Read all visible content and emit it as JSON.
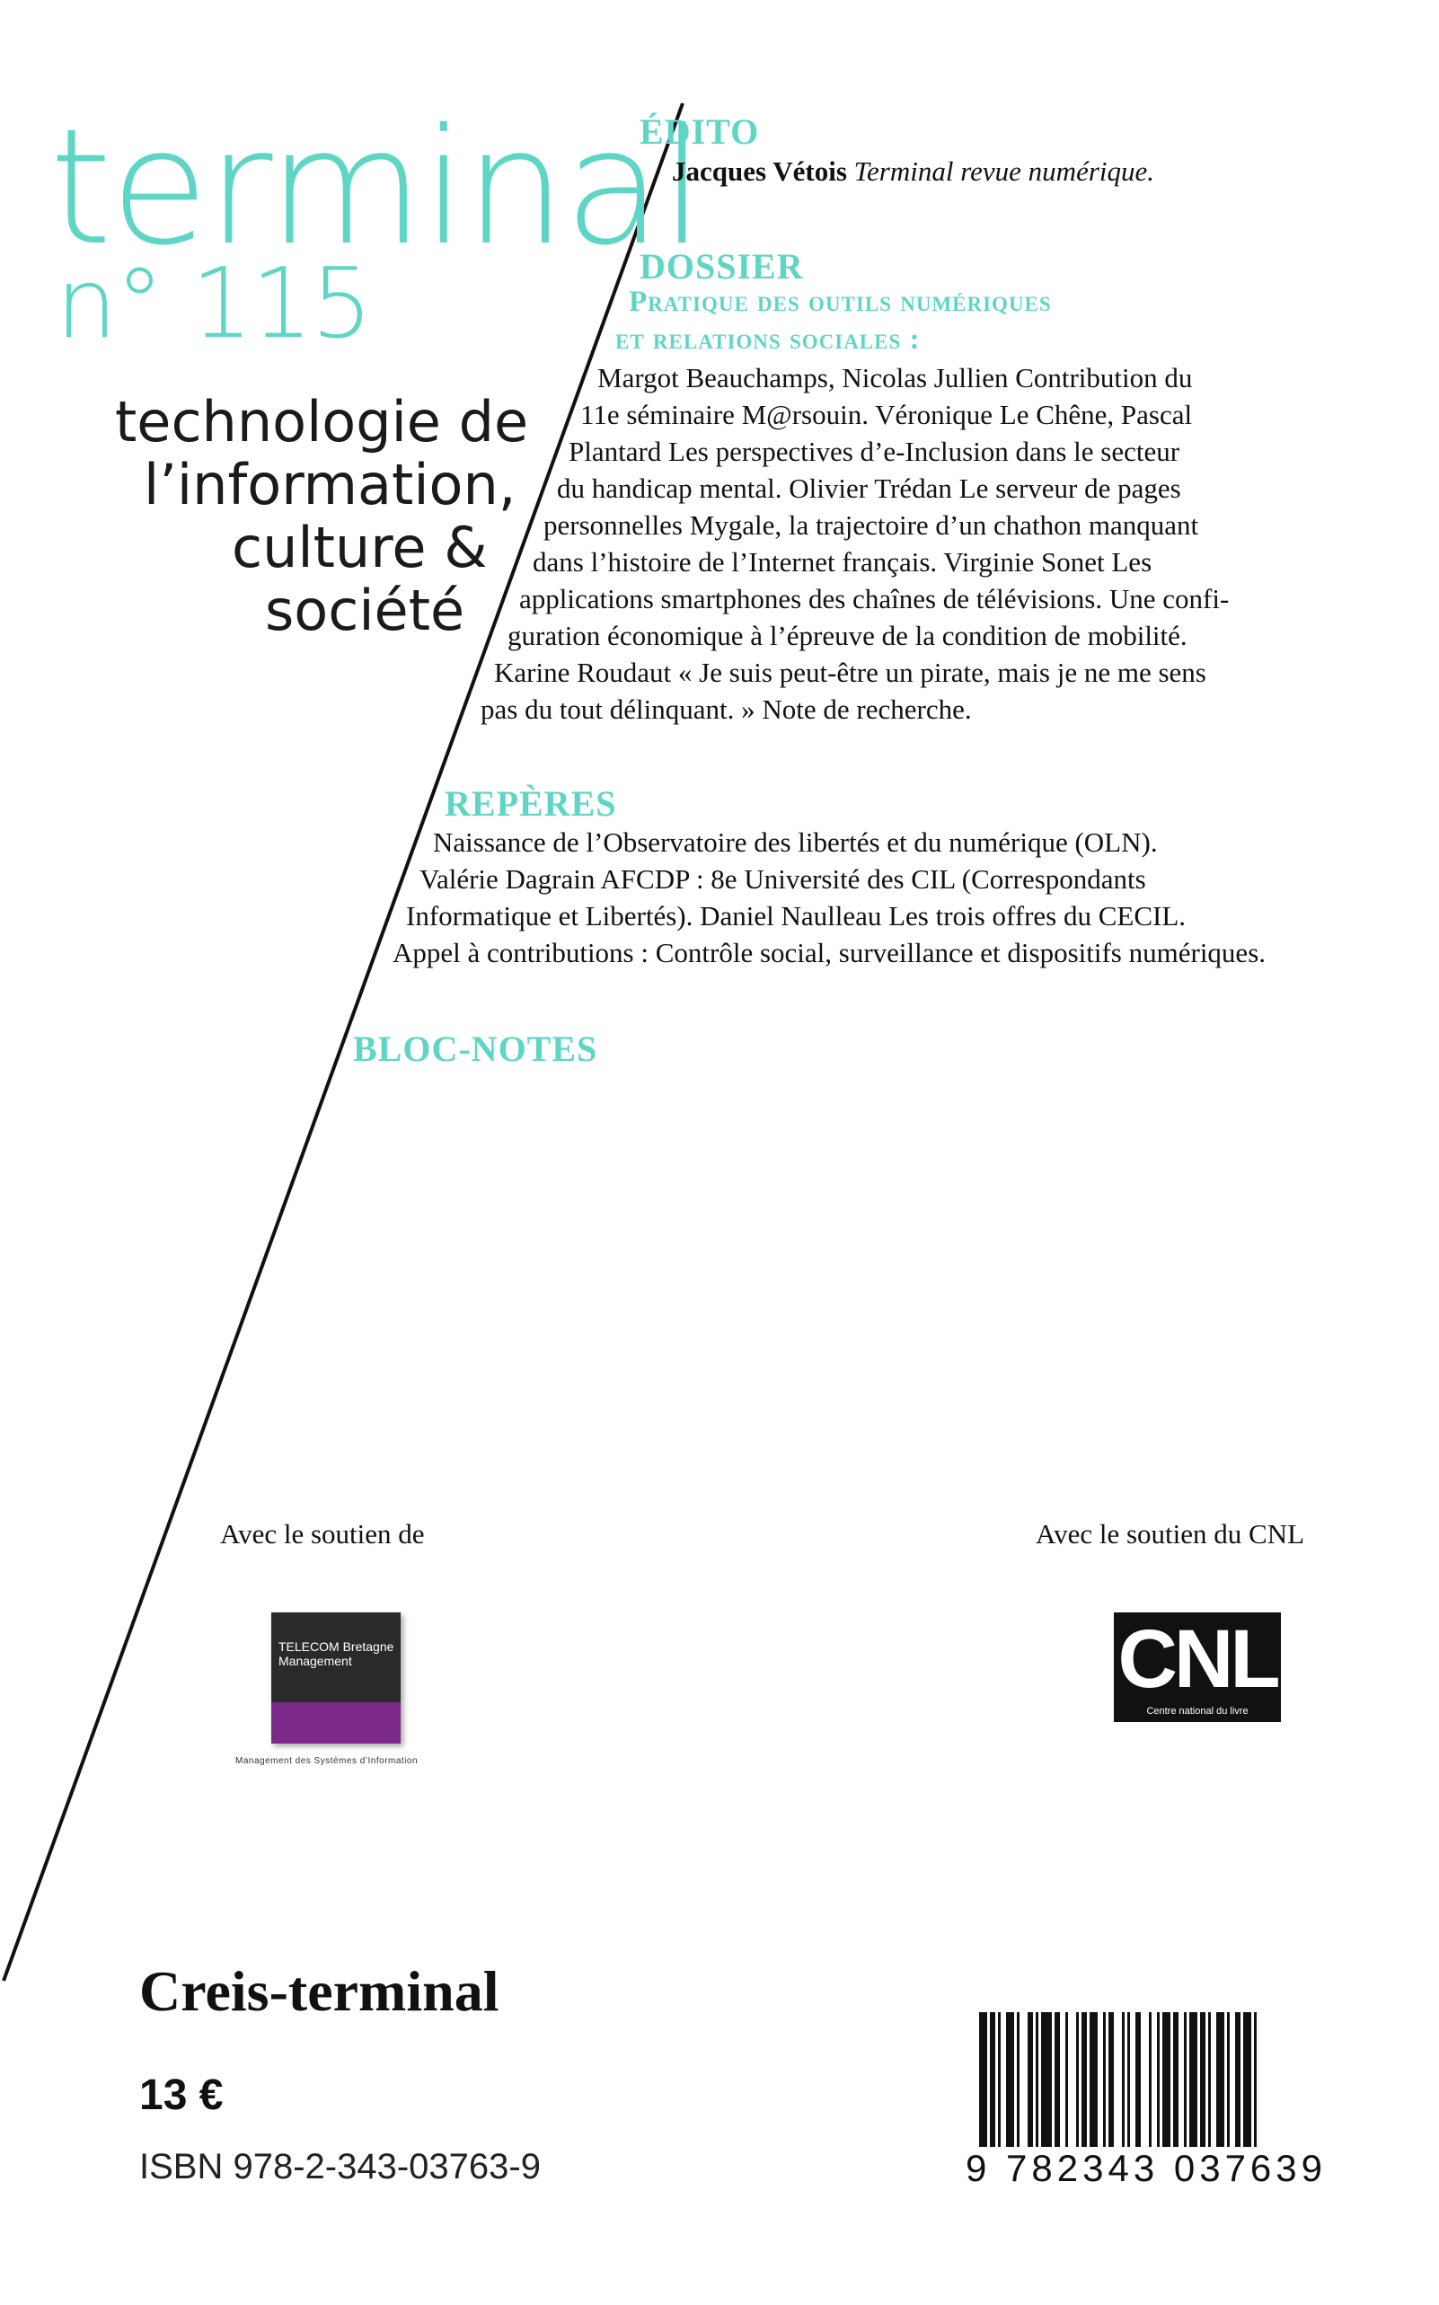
{
  "masthead": {
    "title": "terminal",
    "issue": "n° 115",
    "tagline": [
      "technologie de",
      "l’information,",
      "culture &",
      "société"
    ]
  },
  "sections": {
    "edito": {
      "heading": "ÉDITO",
      "lines": [
        {
          "bold": "Jacques Vétois",
          "italic": " Terminal revue numérique."
        }
      ]
    },
    "dossier": {
      "heading": "DOSSIER",
      "sub1": "Pratique des outils numériques",
      "sub2": "et relations sociales :",
      "lines": [
        "Margot Beauchamps, Nicolas Jullien Contribution du",
        "11e séminaire M@rsouin. Véronique Le Chêne, Pascal",
        "Plantard Les perspectives d’e-Inclusion dans le secteur",
        "du handicap mental. Olivier Trédan Le serveur de pages",
        "personnelles Mygale, la trajectoire d’un chathon manquant",
        "dans l’histoire de l’Internet français. Virginie Sonet Les",
        "applications smartphones des chaînes de télévisions. Une confi-",
        "guration économique à l’épreuve de la condition de mobilité.",
        "Karine Roudaut « Je suis peut-être un pirate, mais je ne me sens",
        "pas du tout délinquant. » Note de recherche."
      ]
    },
    "reperes": {
      "heading": "REPÈRES",
      "lines": [
        "Naissance de l’Observatoire des libertés et du numérique (OLN).",
        "Valérie Dagrain AFCDP : 8e Université des CIL (Correspondants",
        "Informatique et Libertés). Daniel Naulleau Les trois offres du CECIL.",
        "Appel à contributions : Contrôle social, surveillance et dispositifs numériques."
      ]
    },
    "blocnotes": {
      "heading": "BLOC-NOTES"
    }
  },
  "support": {
    "left_label": "Avec le soutien de",
    "right_label": "Avec le soutien du CNL",
    "telecom_logo_text": "TELECOM Bretagne Management",
    "telecom_caption": "Management des Systèmes d’Information",
    "cnl_mark": "CNL",
    "cnl_sub": "Centre national du livre"
  },
  "footer": {
    "publisher": "Creis-terminal",
    "price": "13 €",
    "isbn": "ISBN 978-2-343-03763-9",
    "barcode_digits": "9 782343 037639"
  },
  "colors": {
    "accent": "#5fd6c5",
    "text": "#111111"
  }
}
